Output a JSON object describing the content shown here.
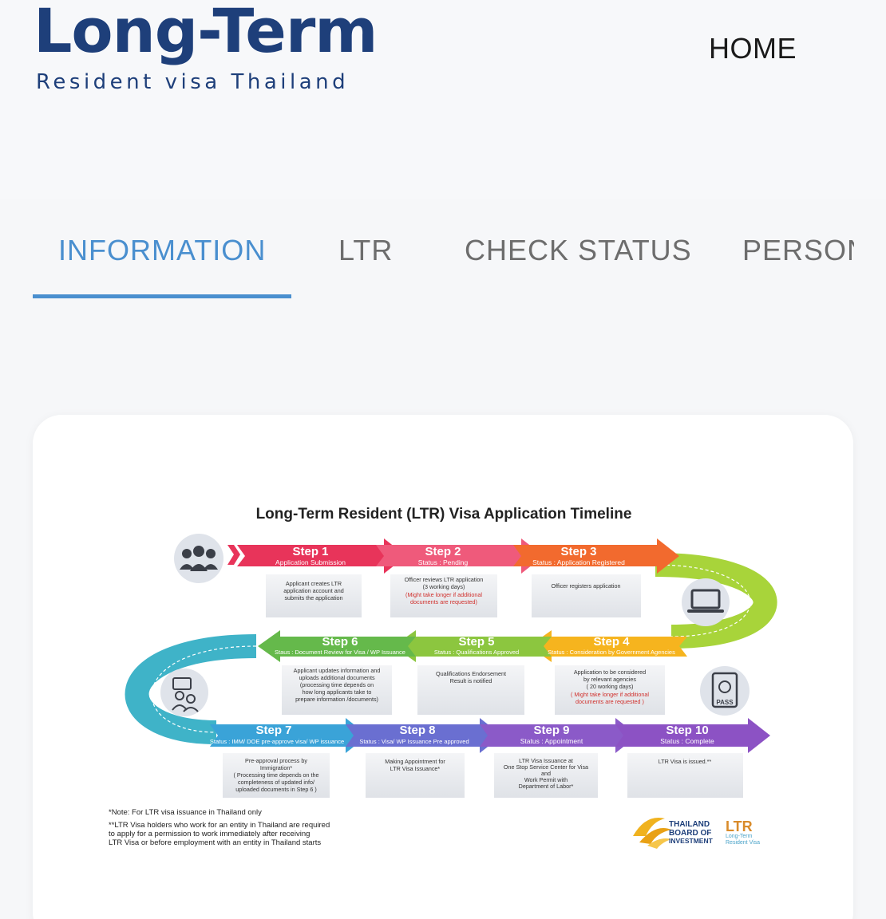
{
  "header": {
    "logo_title": "Long-Term",
    "logo_subtitle": "Resident visa Thailand",
    "home_label": "HOME"
  },
  "tabs": [
    {
      "label": "INFORMATION",
      "active": true
    },
    {
      "label": "LTR",
      "active": false
    },
    {
      "label": "CHECK STATUS",
      "active": false
    },
    {
      "label": "PERSONAL",
      "active": false
    }
  ],
  "infographic": {
    "title": "Long-Term Resident (LTR) Visa Application Timeline",
    "steps": [
      {
        "title": "Step 1",
        "status": "Application Submission",
        "desc": [
          "Applicant creates LTR",
          "application account and",
          "submits the application"
        ]
      },
      {
        "title": "Step 2",
        "status": "Status : Pending",
        "desc": [
          "Officer reviews LTR application",
          "(3 working days)"
        ],
        "note": [
          "(Might take longer if additional",
          "documents are requested)"
        ]
      },
      {
        "title": "Step 3",
        "status": "Status : Application Registered",
        "desc": [
          "Officer registers application"
        ]
      },
      {
        "title": "Step 4",
        "status": "Status : Consideration by Government Agencies",
        "desc": [
          "Application to be considered",
          "by relevant agencies",
          "( 20 working days)"
        ],
        "note": [
          "( Might take longer if additional",
          "documents are requested )"
        ]
      },
      {
        "title": "Step 5",
        "status": "Status : Qualifications Approved",
        "desc": [
          "Qualifications Endorsement",
          "Result is notified"
        ]
      },
      {
        "title": "Step 6",
        "status": "Staus : Document Review for Visa / WP Issuance",
        "desc": [
          "Applicant updates information and",
          "uploads additional documents",
          "(processing time depends on",
          "how long applicants take to",
          "prepare information /documents)"
        ]
      },
      {
        "title": "Step 7",
        "status": "Status : IMM/ DOE pre-approve visa/ WP issuance",
        "desc": [
          "Pre-approval process by",
          "Immigration*",
          "( Processing time depends on the",
          "completeness of updated info/",
          "uploaded documents in Step 6 )"
        ]
      },
      {
        "title": "Step 8",
        "status": "Status : Visa/ WP Issuance Pre approved",
        "desc": [
          "Making Appointment for",
          "LTR Visa Issuance*"
        ]
      },
      {
        "title": "Step 9",
        "status": "Status : Appointment",
        "desc": [
          "LTR Visa Issuance at",
          "One Stop Service Center for Visa",
          "and",
          "Work Permit with",
          "Department of Labor*"
        ]
      },
      {
        "title": "Step 10",
        "status": "Status : Complete",
        "desc": [
          "LTR Visa is issued.**"
        ]
      }
    ],
    "notes": [
      "*Note: For LTR visa issuance in Thailand only",
      "**LTR Visa holders who work for an entity in Thailand are required",
      "to apply for a permission to work immediately after receiving",
      "LTR Visa or before employment with an entity in Thailand starts"
    ],
    "boi_logo": [
      "THAILAND",
      "BOARD OF",
      "INVESTMENT"
    ],
    "ltr_logo": {
      "main": "LTR",
      "sub1": "Long-Term",
      "sub2": "Resident Visa"
    },
    "pass_label": "PASS"
  },
  "colors": {
    "accent": "#4a8fcf",
    "logo": "#1e3f7a",
    "step1": "#e8345a",
    "step2": "#ef5a7b",
    "step3": "#f26a2e",
    "step4": "#f6b41e",
    "step5": "#8cc63f",
    "step6": "#65b94b",
    "step7": "#3aa3d8",
    "step8": "#6a6fd1",
    "step9": "#8b5ac8",
    "step10": "#8c52c4"
  }
}
